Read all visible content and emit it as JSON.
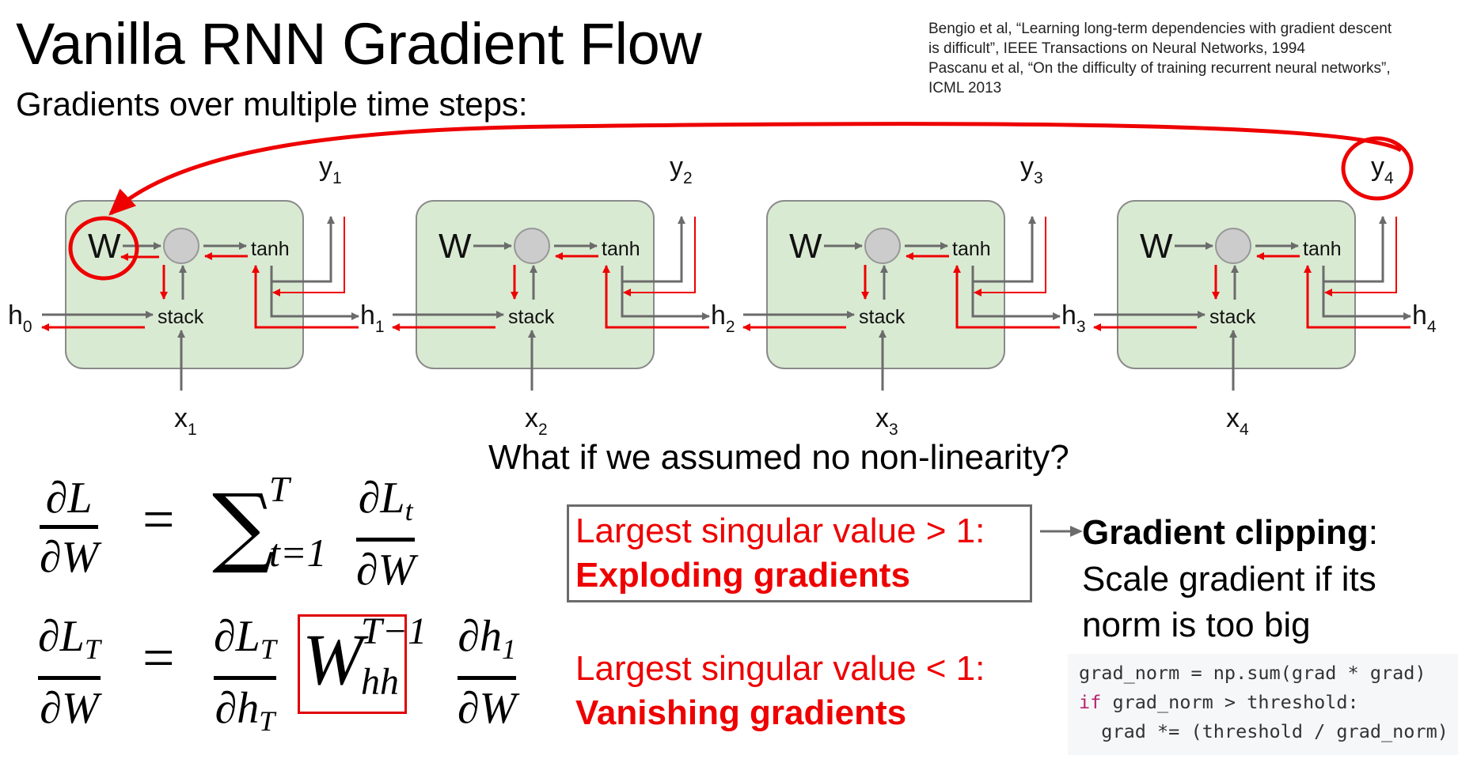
{
  "slide": {
    "title": "Vanilla RNN Gradient Flow",
    "subtitle": "Gradients over multiple time steps:",
    "references": [
      "Bengio et al, “Learning long-term dependencies with gradient descent",
      "is difficult”, IEEE Transactions on Neural Networks, 1994",
      "Pascanu et al, “On the difficulty of training recurrent neural networks”,",
      "ICML 2013"
    ],
    "question": "What if we assumed no non-linearity?"
  },
  "diagram": {
    "colors": {
      "forward": "#6b6b6b",
      "backward": "#ee0000",
      "cell_fill": "#d9ead3",
      "cell_stroke": "#8a8a8a",
      "node_fill": "#cccccc"
    },
    "cells": [
      {
        "weight": "W",
        "op": "stack",
        "act": "tanh",
        "h_in": "h",
        "h_in_sub": "0",
        "h_out": "h",
        "h_out_sub": "1",
        "x": "x",
        "x_sub": "1",
        "y": "y",
        "y_sub": "1",
        "w_highlighted": true,
        "y_highlighted": false
      },
      {
        "weight": "W",
        "op": "stack",
        "act": "tanh",
        "h_in": "",
        "h_in_sub": "",
        "h_out": "h",
        "h_out_sub": "2",
        "x": "x",
        "x_sub": "2",
        "y": "y",
        "y_sub": "2",
        "w_highlighted": false,
        "y_highlighted": false
      },
      {
        "weight": "W",
        "op": "stack",
        "act": "tanh",
        "h_in": "",
        "h_in_sub": "",
        "h_out": "h",
        "h_out_sub": "3",
        "x": "x",
        "x_sub": "3",
        "y": "y",
        "y_sub": "3",
        "w_highlighted": false,
        "y_highlighted": false
      },
      {
        "weight": "W",
        "op": "stack",
        "act": "tanh",
        "h_in": "",
        "h_in_sub": "",
        "h_out": "h",
        "h_out_sub": "4",
        "x": "x",
        "x_sub": "4",
        "y": "y",
        "y_sub": "4",
        "w_highlighted": false,
        "y_highlighted": true
      }
    ]
  },
  "equations": {
    "eq1": {
      "lhs_num": "∂L",
      "lhs_den": "∂W",
      "equals": "=",
      "sum": "∑",
      "sum_upper": "T",
      "sum_lower": "t=1",
      "rhs_num": "∂L",
      "rhs_num_sub": "t",
      "rhs_den": "∂W"
    },
    "eq2": {
      "lhs_num": "∂L",
      "lhs_num_sub": "T",
      "lhs_den": "∂W",
      "equals": "=",
      "f1_num": "∂L",
      "f1_num_sub": "T",
      "f1_den": "∂h",
      "f1_den_sub": "T",
      "w": "W",
      "w_sup": "T−1",
      "w_sub": "hh",
      "f2_num": "∂h",
      "f2_num_sub": "1",
      "f2_den": "∂W"
    }
  },
  "cases": {
    "exploding": {
      "condition": "Largest singular value > 1:",
      "result": "Exploding gradients"
    },
    "vanishing": {
      "condition": "Largest singular value < 1:",
      "result": "Vanishing gradients"
    }
  },
  "clipping": {
    "title": "Gradient clipping",
    "title_suffix": ":",
    "lines": [
      "Scale gradient if its",
      "norm is too big"
    ],
    "code": [
      {
        "kw": "",
        "text": "grad_norm = np.sum(grad * grad)"
      },
      {
        "kw": "if",
        "text": " grad_norm > threshold:"
      },
      {
        "kw": "",
        "text": "  grad *= (threshold / grad_norm)"
      }
    ]
  }
}
